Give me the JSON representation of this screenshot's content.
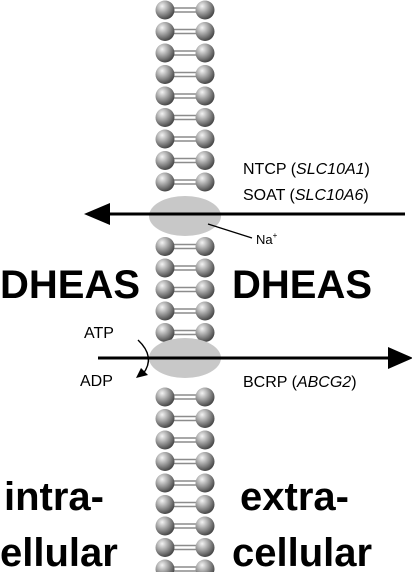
{
  "figure": {
    "transporters_in": {
      "ntcp": {
        "name": "NTCP",
        "gene": "SLC10A1"
      },
      "soat": {
        "name": "SOAT",
        "gene": "SLC10A6"
      },
      "cotransported_ion": "Na",
      "ion_charge": "+"
    },
    "transporter_out": {
      "bcrp": {
        "name": "BCRP",
        "gene": "ABCG2"
      },
      "energy_in": "ATP",
      "energy_out": "ADP"
    },
    "substrate_left": "DHEAS",
    "substrate_right": "DHEAS",
    "compartments": {
      "left_line1": "intra-",
      "left_line2": "ellular",
      "right_line1": "extra-",
      "right_line2": "cellular"
    },
    "colors": {
      "lipid_head": "#9a9a9a",
      "tail": "#8c8c8c",
      "transporter": "#c8c8c8",
      "arrow": "#000000"
    }
  }
}
